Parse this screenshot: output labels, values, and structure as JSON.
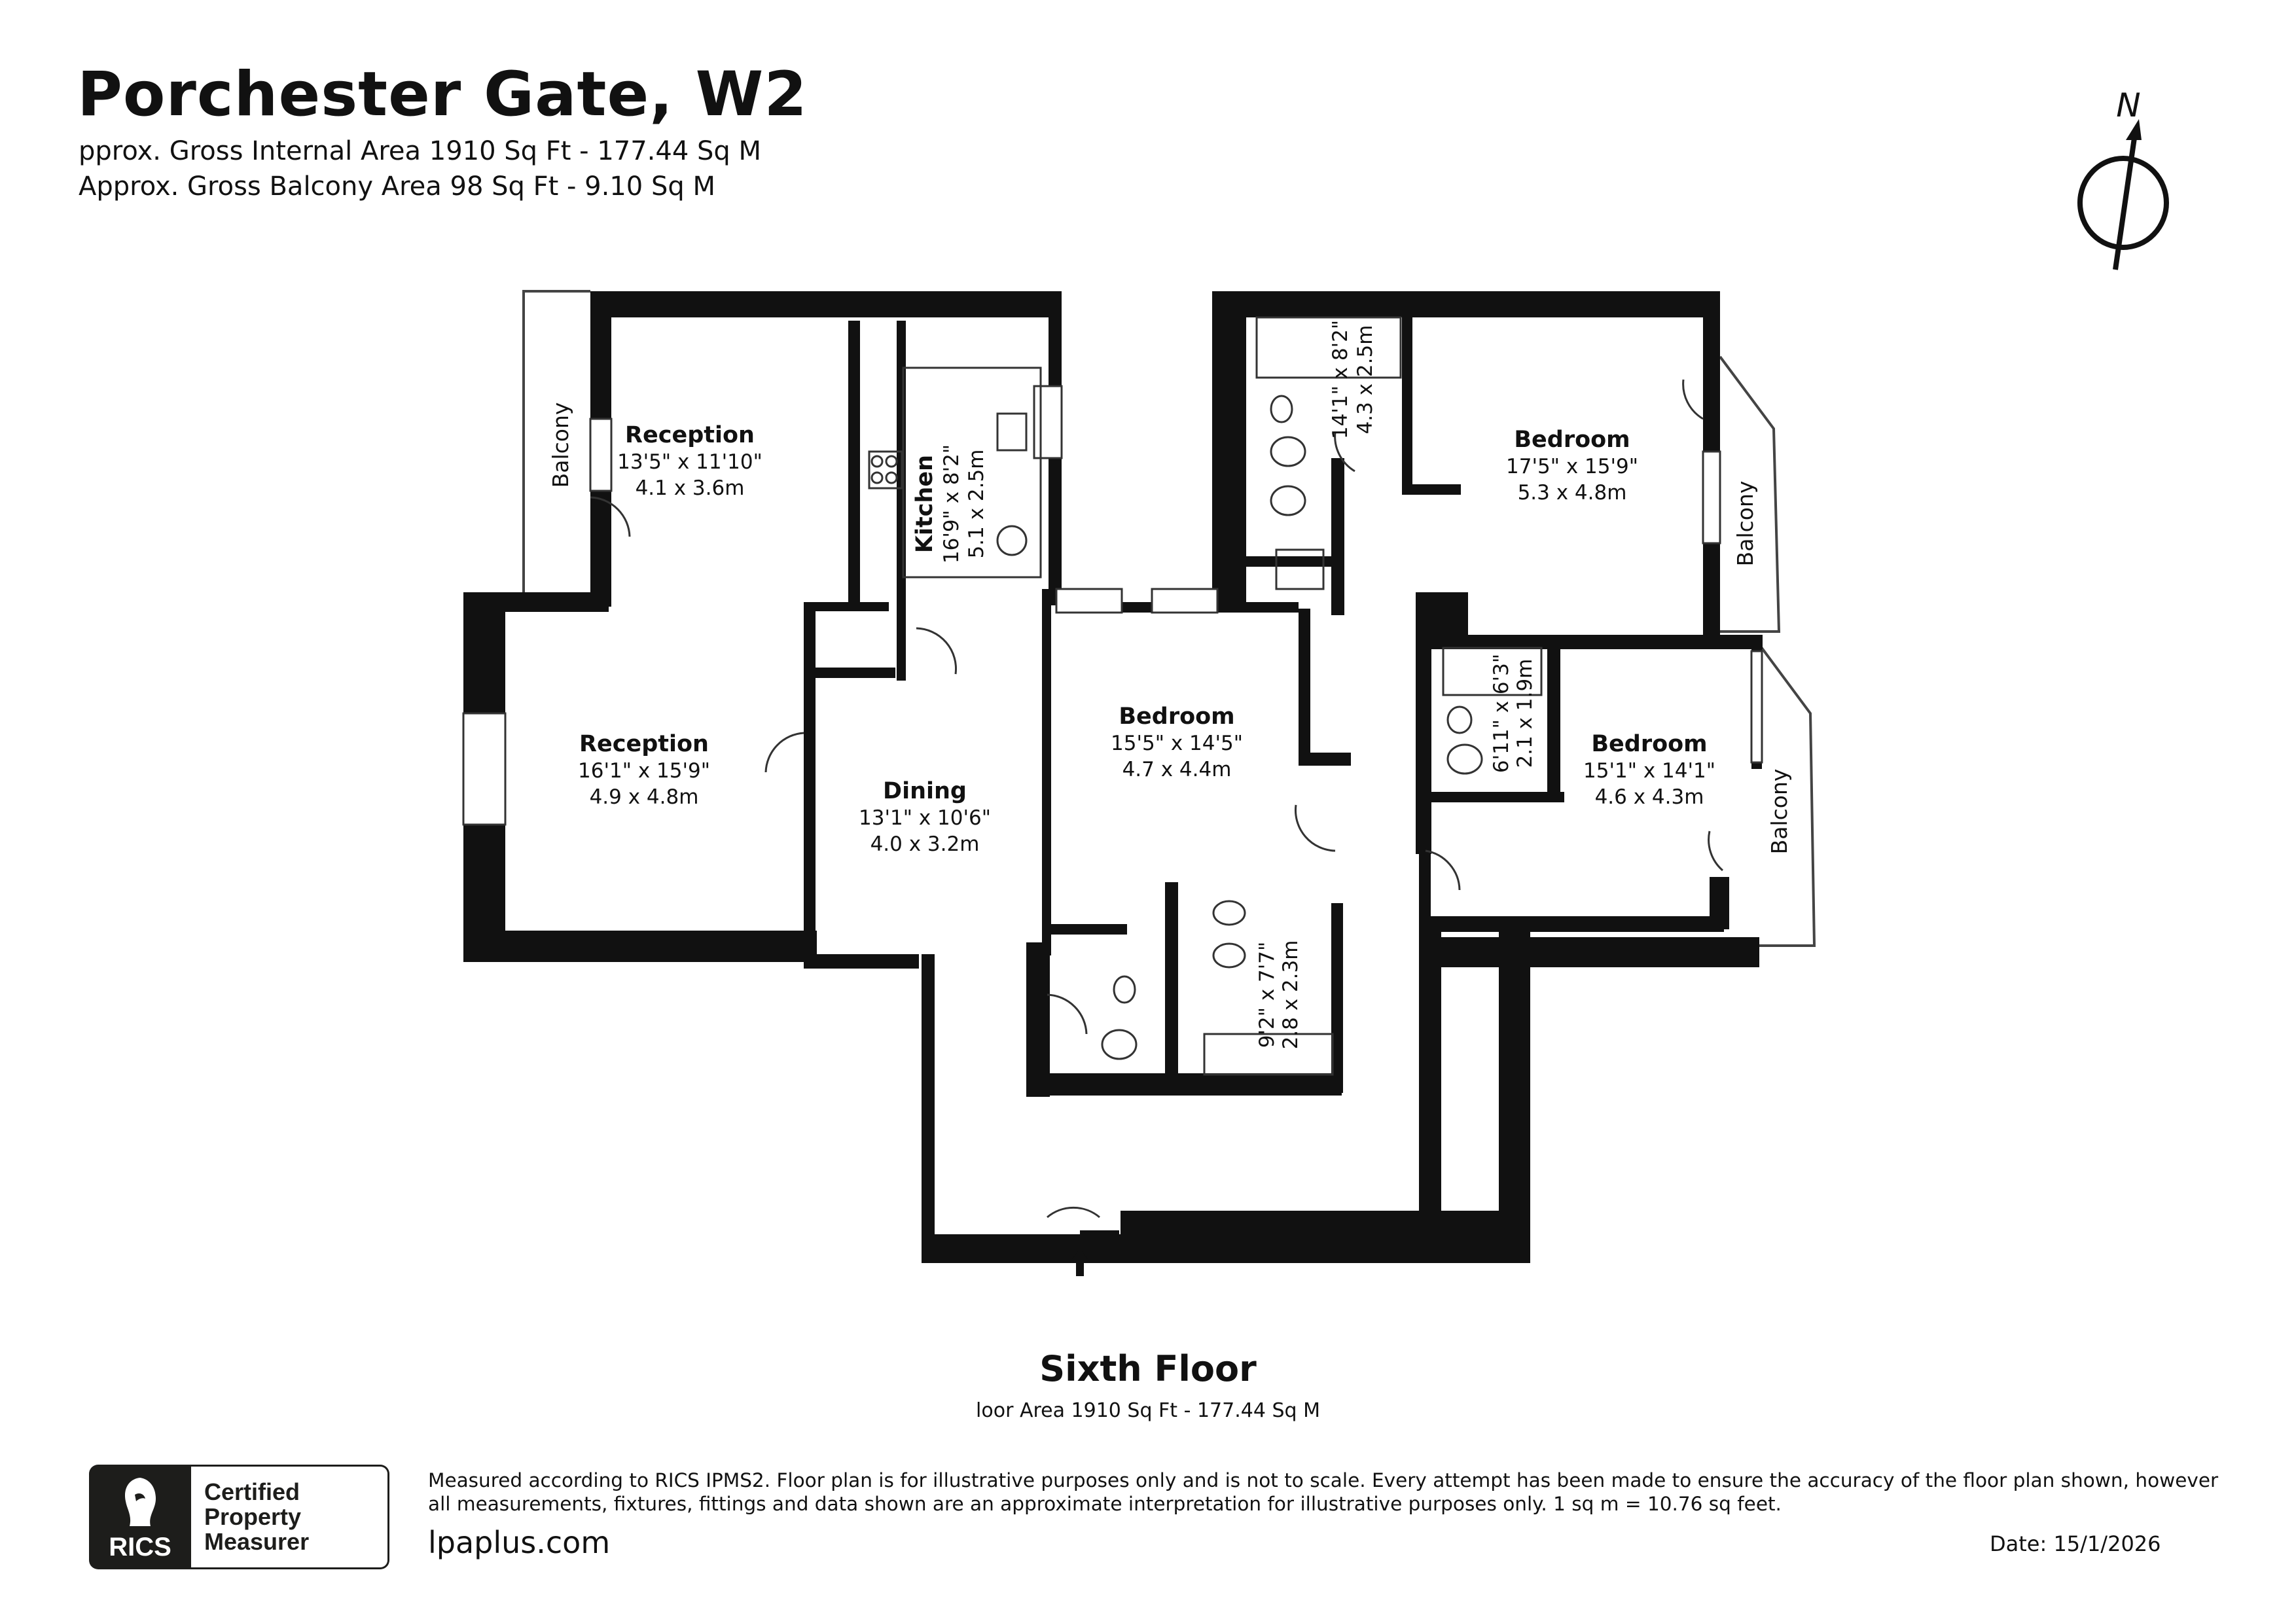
{
  "header": {
    "title": "Porchester Gate, W2",
    "internal_area": "pprox. Gross Internal Area 1910 Sq Ft - 177.44 Sq M",
    "balcony_area": "Approx. Gross Balcony Area 98 Sq Ft - 9.10 Sq M"
  },
  "compass": {
    "label": "N"
  },
  "rooms": {
    "reception1": {
      "name": "Reception",
      "imperial": "13'5\" x 11'10\"",
      "metric": "4.1 x 3.6m"
    },
    "reception2": {
      "name": "Reception",
      "imperial": "16'1\" x 15'9\"",
      "metric": "4.9 x 4.8m"
    },
    "kitchen": {
      "name": "Kitchen",
      "imperial": "16'9\" x 8'2\"",
      "metric": "5.1 x 2.5m"
    },
    "dining": {
      "name": "Dining",
      "imperial": "13'1\" x 10'6\"",
      "metric": "4.0 x 3.2m"
    },
    "bedroom1": {
      "name": "Bedroom",
      "imperial": "15'5\" x 14'5\"",
      "metric": "4.7 x 4.4m"
    },
    "bedroom2": {
      "name": "Bedroom",
      "imperial": "17'5\" x 15'9\"",
      "metric": "5.3 x 4.8m"
    },
    "bedroom3": {
      "name": "Bedroom",
      "imperial": "15'1\" x 14'1\"",
      "metric": "4.6 x 4.3m"
    },
    "bath1": {
      "imperial": "14'1\" x 8'2\"",
      "metric": "4.3 x 2.5m"
    },
    "bath2": {
      "imperial": "9'2\" x 7'7\"",
      "metric": "2.8 x 2.3m"
    },
    "shower": {
      "imperial": "6'11\" x 6'3\"",
      "metric": "2.1 x 1.9m"
    },
    "balcony_label": "Balcony"
  },
  "footer": {
    "floor_name": "Sixth Floor",
    "floor_area": "loor Area 1910 Sq Ft - 177.44 Sq M",
    "rics_word": "RICS",
    "rics_line1": "Certified",
    "rics_line2": "Property",
    "rics_line3": "Measurer",
    "disclaimer": "Measured according to RICS IPMS2. Floor plan is for illustrative purposes only and is not to scale. Every attempt has been made to ensure the accuracy of the floor plan shown, however all measurements, fixtures, fittings and data shown are an approximate interpretation for illustrative purposes only. 1 sq m = 10.76 sq feet.",
    "website": "lpaplus.com",
    "date": "Date: 15/1/2026"
  },
  "colors": {
    "wall": "#111111",
    "line": "#333333",
    "rics_dark": "#1d1d1b",
    "background": "#ffffff"
  }
}
